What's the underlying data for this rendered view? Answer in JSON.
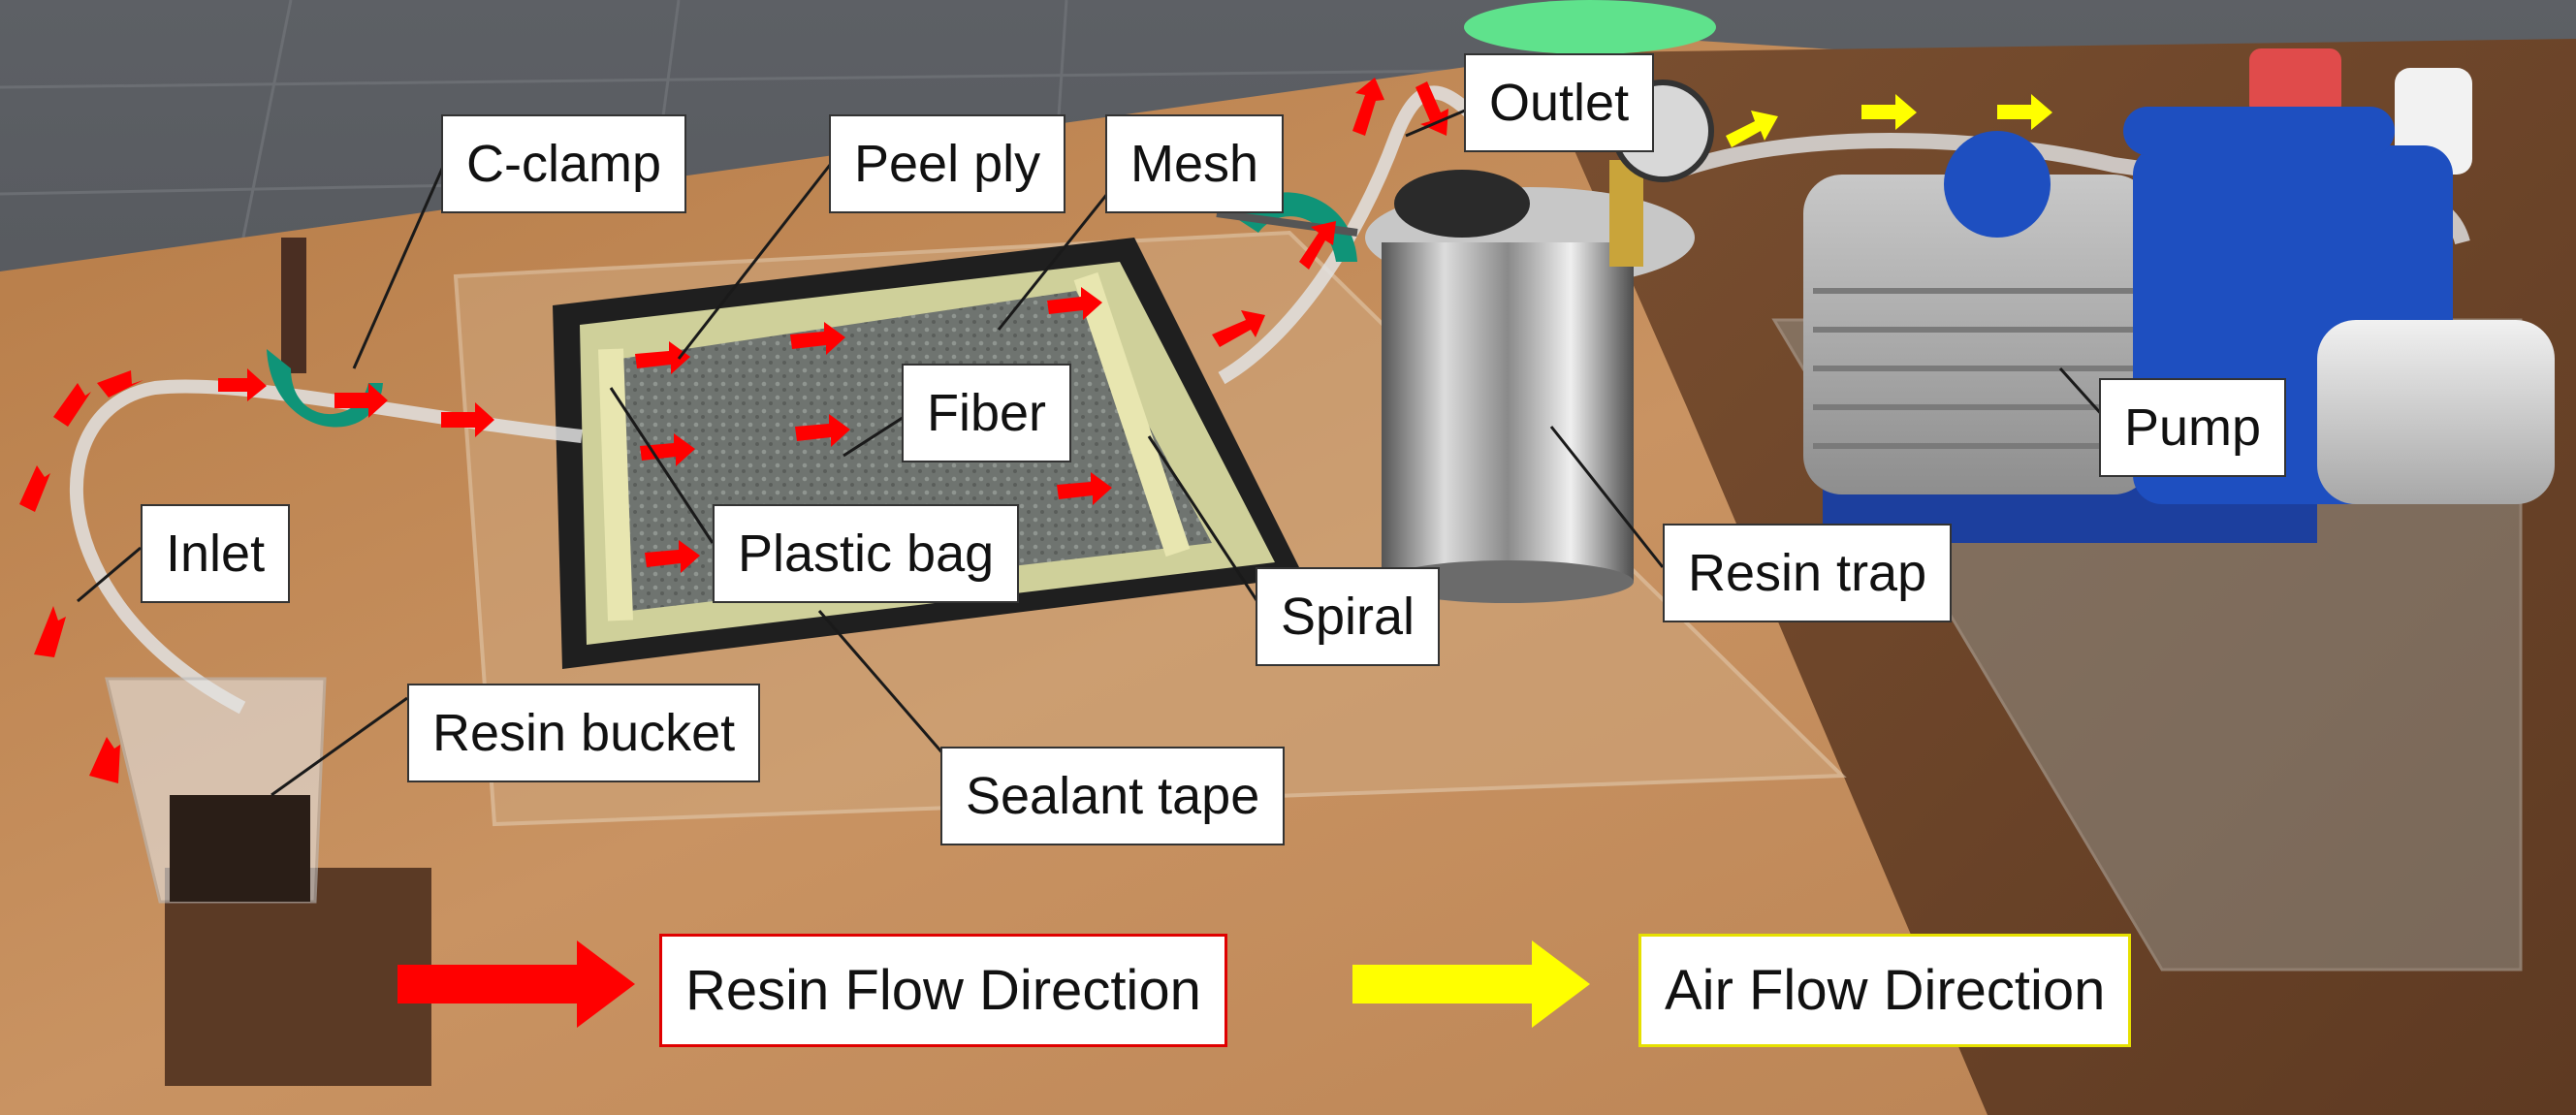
{
  "labels": {
    "c_clamp": "C-clamp",
    "peel_ply": "Peel ply",
    "mesh": "Mesh",
    "outlet": "Outlet",
    "fiber": "Fiber",
    "inlet": "Inlet",
    "plastic_bag": "Plastic bag",
    "spiral": "Spiral",
    "resin_trap": "Resin trap",
    "pump": "Pump",
    "resin_bucket": "Resin bucket",
    "sealant_tape": "Sealant tape"
  },
  "legend": {
    "resin": {
      "label": "Resin Flow Direction",
      "color": "#ff0000"
    },
    "air": {
      "label": "Air Flow Direction",
      "color": "#ffff00"
    }
  }
}
